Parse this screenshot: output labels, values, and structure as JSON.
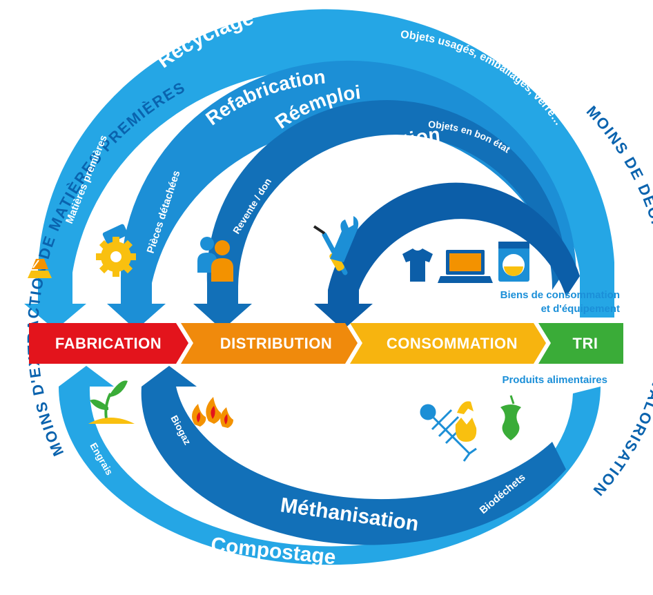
{
  "colors": {
    "outer_blue": "#25a6e5",
    "mid_blue": "#1c8fd6",
    "deep_blue": "#1270b8",
    "darkest_blue": "#0c5ea8",
    "text_blue": "#0a63ae",
    "fabrication": "#e3141c",
    "distribution": "#f08a0c",
    "consommation": "#f7b40f",
    "tri": "#3aac38",
    "icon_orange": "#f39200",
    "icon_yellow": "#f9c00f"
  },
  "outer_ring": {
    "left_title": "MOINS D'EXTRACTION DE MATIÈRES PREMIÈRES",
    "right_title": "MOINS DE DÉCHETS ET PLUS DE VALORISATION"
  },
  "loops": {
    "recyclage": {
      "title": "Recyclage",
      "left_label": "Matières premières",
      "right_label": "Objets usagés, emballages, verre…"
    },
    "refabrication": {
      "title": "Refabrication",
      "left_label": "Pièces détachées"
    },
    "reemploi": {
      "title": "Réemploi",
      "left_label": "Revente / don",
      "right_label": "Objets en bon état"
    },
    "reparation": {
      "title": "Réparation"
    },
    "methanisation": {
      "title": "Méthanisation",
      "left_label": "Biogaz"
    },
    "compostage": {
      "title": "Compostage",
      "subtitle": "(industriel ou domestique)",
      "left_label": "Engrais",
      "right_label": "Biodéchets"
    }
  },
  "chain": [
    {
      "label": "FABRICATION"
    },
    {
      "label": "DISTRIBUTION"
    },
    {
      "label": "CONSOMMATION"
    },
    {
      "label": "TRI"
    }
  ],
  "side_labels": {
    "goods_line1": "Biens de consommation",
    "goods_line2": "et d'équipement",
    "food": "Produits alimentaires"
  },
  "icons": [
    "gold-ingot-icon",
    "gear-icon",
    "people-icon",
    "screwdriver-wrench-icon",
    "tshirt-icon",
    "laptop-icon",
    "washing-machine-icon",
    "sprout-icon",
    "flames-icon",
    "fish-bone-icon",
    "eggshell-icon",
    "apple-core-icon"
  ]
}
